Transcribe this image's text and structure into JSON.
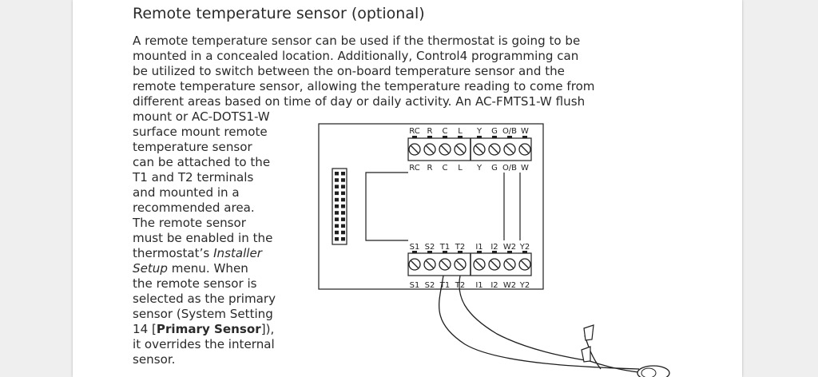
{
  "heading": "Remote temperature sensor (optional)",
  "intro": [
    "A remote temperature sensor can be used if the thermostat is going to be",
    "mounted in a concealed location. Additionally, Control4 programming can",
    "be utilized to switch between the on-board temperature sensor and the",
    "remote temperature sensor, allowing the temperature reading to come from",
    "different areas based on time of day or daily activity. An AC-FMTS1-W flush"
  ],
  "side": [
    "mount or AC-DOTS1-W",
    "surface mount remote",
    "temperature sensor",
    "can be attached to the",
    "T1 and T2 terminals",
    "and mounted in a",
    "recommended area.",
    "The remote sensor",
    "must be enabled in the",
    "thermostat’s ",
    " menu. When",
    "the remote sensor is",
    "selected as the primary",
    "sensor (System Setting",
    "14 [",
    "]),",
    "it overrides the internal",
    "sensor."
  ],
  "emphasis": {
    "installer": "Installer",
    "setup": "Setup",
    "primary_sensor": "Primary Sensor"
  },
  "diagram": {
    "top_labels": [
      "RC",
      "R",
      "C",
      "L",
      "Y",
      "G",
      "O/B",
      "W"
    ],
    "bottom_labels": [
      "S1",
      "S2",
      "T1",
      "T2",
      "I1",
      "I2",
      "W2",
      "Y2"
    ]
  }
}
